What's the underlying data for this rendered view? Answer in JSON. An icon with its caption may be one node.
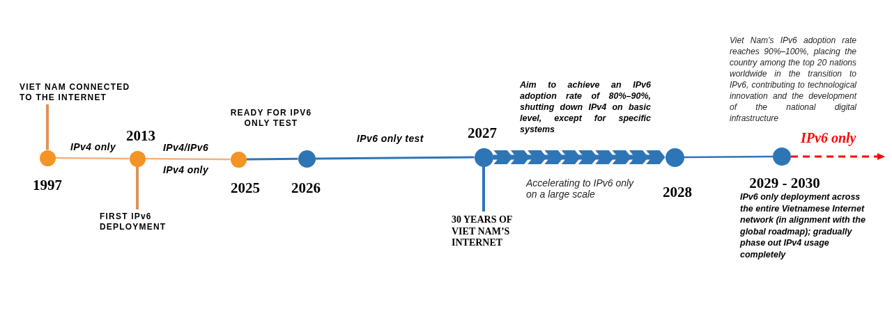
{
  "diagram": {
    "nodes": [
      {
        "text": [
          "VIET NAM CONNECTED TO THE INTERNET"
        ]
      },
      {
        "text": [],
        "shape": "circle",
        "beside": [
          "1997"
        ]
      },
      {
        "text": [],
        "shape": "circle",
        "beside": [
          "2013"
        ]
      },
      {
        "text": [
          "FIRST IPv6 DEPLOYMENT"
        ]
      },
      {
        "text": [],
        "shape": "circle",
        "beside": [
          "READY FOR IPV6 ONLY TEST",
          "2025"
        ]
      },
      {
        "text": [],
        "shape": "circle",
        "beside": [
          "2026"
        ]
      },
      {
        "text": [],
        "shape": "circle",
        "beside": [
          "2027"
        ]
      },
      {
        "text": [
          "30 YEARS OF VIET NAM’S INTERNET"
        ]
      },
      {
        "text": [],
        "shape": "circle",
        "beside": [
          "2028"
        ]
      },
      {
        "text": [],
        "shape": "circle",
        "beside": [
          "2029 - 2030",
          "IPv6 only deployment across the entire Vietnamese Internet network (in alignment with the global roadmap); gradually phase out IPv4 usage completely"
        ]
      }
    ],
    "edges": [
      {
        "from": 0,
        "to": 1,
        "arrow": "none",
        "color": "#e0915a"
      },
      {
        "from": 1,
        "to": 2,
        "arrow": "none",
        "label": "IPv4 only",
        "color": "#f4b183"
      },
      {
        "from": 3,
        "to": 2,
        "arrow": "none",
        "color": "#e0915a"
      },
      {
        "from": 2,
        "to": 4,
        "arrow": "none",
        "label": "IPv4/IPv6",
        "color": "#f4b183"
      },
      {
        "from": 4,
        "to": 5,
        "arrow": "none"
      },
      {
        "from": 5,
        "to": 6,
        "arrow": "none",
        "label": "IPv6 only test"
      },
      {
        "from": 7,
        "to": 6,
        "arrow": "none"
      },
      {
        "from": 6,
        "to": 8,
        "arrow": "to",
        "style": "thick",
        "label": "Accelerating to IPv6 only on a large scale"
      },
      {
        "from": 8,
        "to": 9,
        "arrow": "none"
      },
      {
        "from": 9,
        "to": null,
        "arrow": "to",
        "style": "dashed",
        "color": "#ff0000",
        "label": "IPv6 only"
      }
    ],
    "labels": [
      "Viet Nam’s IPv6 adoption rate reaches 90%–100%, placing the country among the top 20 nations worldwide in the transition to IPv6, contributing to technological innovation and the development of the national digital infrastructure",
      "Aim to achieve an IPv6 adoption rate of 80%–90%, shutting down IPv4 on basic level, except for specific systems",
      "IPv4 only"
    ]
  }
}
